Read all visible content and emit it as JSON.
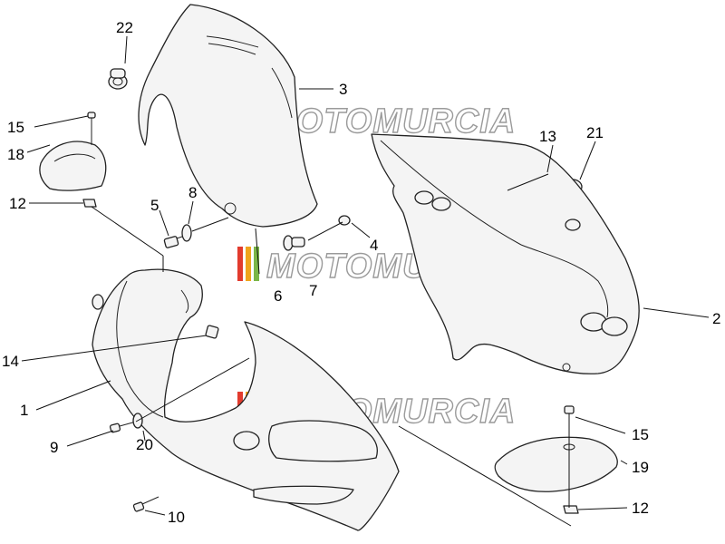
{
  "watermark": {
    "text": "MOTOMURCIA",
    "stripe_colors": [
      "#e23b2e",
      "#f0a41c",
      "#7ab648"
    ]
  },
  "callouts": [
    {
      "id": "c22",
      "label": "22"
    },
    {
      "id": "c3",
      "label": "3"
    },
    {
      "id": "c15a",
      "label": "15"
    },
    {
      "id": "c18",
      "label": "18"
    },
    {
      "id": "c12a",
      "label": "12"
    },
    {
      "id": "c5",
      "label": "5"
    },
    {
      "id": "c8",
      "label": "8"
    },
    {
      "id": "c13",
      "label": "13"
    },
    {
      "id": "c21",
      "label": "21"
    },
    {
      "id": "c4",
      "label": "4"
    },
    {
      "id": "c6",
      "label": "6"
    },
    {
      "id": "c7",
      "label": "7"
    },
    {
      "id": "c2",
      "label": "2"
    },
    {
      "id": "c14",
      "label": "14"
    },
    {
      "id": "c1",
      "label": "1"
    },
    {
      "id": "c9",
      "label": "9"
    },
    {
      "id": "c20",
      "label": "20"
    },
    {
      "id": "c15b",
      "label": "15"
    },
    {
      "id": "c19",
      "label": "19"
    },
    {
      "id": "c10",
      "label": "10"
    },
    {
      "id": "c12b",
      "label": "12"
    }
  ]
}
